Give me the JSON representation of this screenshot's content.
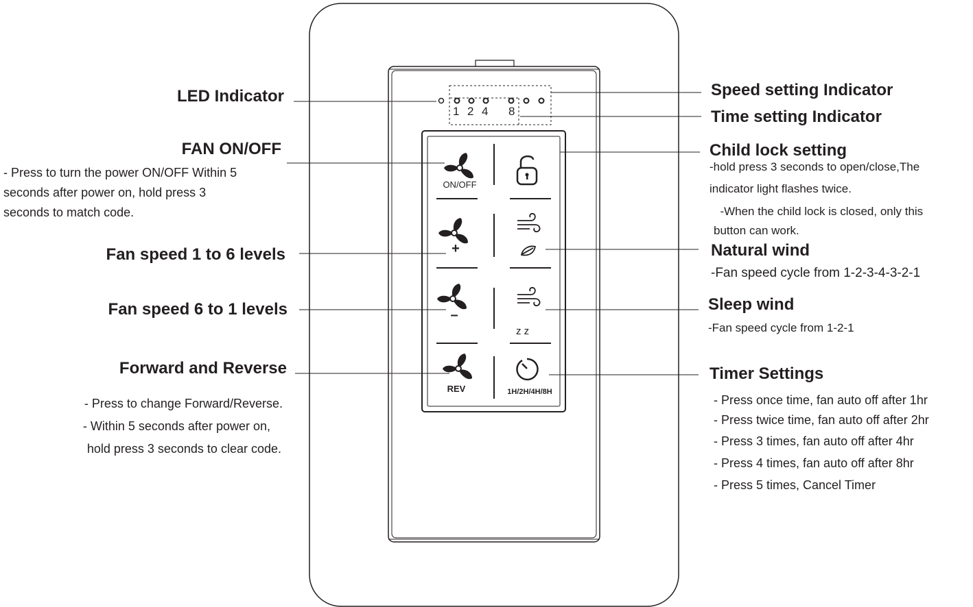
{
  "indicators": {
    "numbers": [
      "1",
      "2",
      "4",
      "8"
    ]
  },
  "keys": {
    "onoff_label": "ON/OFF",
    "plus_label": "+",
    "minus_label": "–",
    "rev_label": "REV",
    "timer_label": "1H/2H/4H/8H",
    "sleep_label": "z z"
  },
  "left": {
    "led": {
      "title": "LED Indicator"
    },
    "fan_onoff": {
      "title": "FAN ON/OFF",
      "lines": [
        "- Press to turn the power  ON/OFF Within 5",
        "seconds after power on, hold press 3",
        "seconds to match code."
      ]
    },
    "speed_up": {
      "title": "Fan speed 1 to 6 levels"
    },
    "speed_down": {
      "title": "Fan speed 6 to 1 levels"
    },
    "reverse": {
      "title": "Forward and Reverse",
      "lines": [
        "- Press to change Forward/Reverse.",
        "- Within 5 seconds after power on,",
        "hold press  3 seconds to clear code."
      ]
    }
  },
  "right": {
    "speed_ind": {
      "title": "Speed setting Indicator"
    },
    "time_ind": {
      "title": "Time setting Indicator"
    },
    "child_lock": {
      "title": "Child lock setting",
      "lines": [
        "-hold press 3 seconds to open/close,The",
        "indicator light flashes twice.",
        "  -When the child lock is closed, only this",
        "button can work."
      ]
    },
    "natural": {
      "title": "Natural wind",
      "lines": [
        "-Fan speed cycle from 1-2-3-4-3-2-1"
      ]
    },
    "sleep": {
      "title": "Sleep wind",
      "lines": [
        "-Fan speed cycle from 1-2-1"
      ]
    },
    "timer": {
      "title": "Timer Settings",
      "lines": [
        "- Press once time, fan auto off  after 1hr",
        "- Press twice time, fan auto off after 2hr",
        "- Press 3 times, fan auto off after 4hr",
        "- Press 4 times, fan auto off after 8hr",
        "- Press 5 times, Cancel Timer"
      ]
    }
  }
}
